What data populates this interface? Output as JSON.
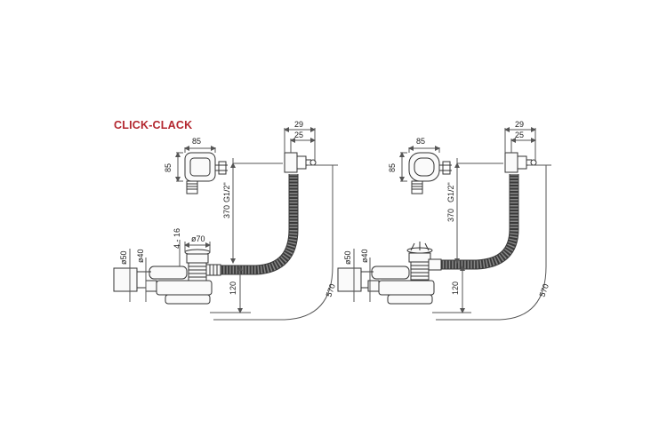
{
  "title": {
    "text": "CLICK-CLACK",
    "color": "#b3262e"
  },
  "colors": {
    "line": "#333333",
    "hose": "#3a3a3a",
    "dim": "#555555",
    "bg": "#ffffff"
  },
  "left": {
    "dims": {
      "d85": "85",
      "h85": "85",
      "d29": "29",
      "d25": "25",
      "g12": "G1/2\"",
      "d370": "370",
      "d570": "570",
      "d120": "120",
      "r416": "4 - 16",
      "o70": "ø70",
      "o50": "ø50",
      "o40": "ø40"
    }
  },
  "right": {
    "dims": {
      "d85": "85",
      "h85": "85",
      "d29": "29",
      "d25": "25",
      "g12": "G1/2\"",
      "d370": "370",
      "d570": "570",
      "d120": "120",
      "o50": "ø50",
      "o40": "ø40"
    }
  }
}
